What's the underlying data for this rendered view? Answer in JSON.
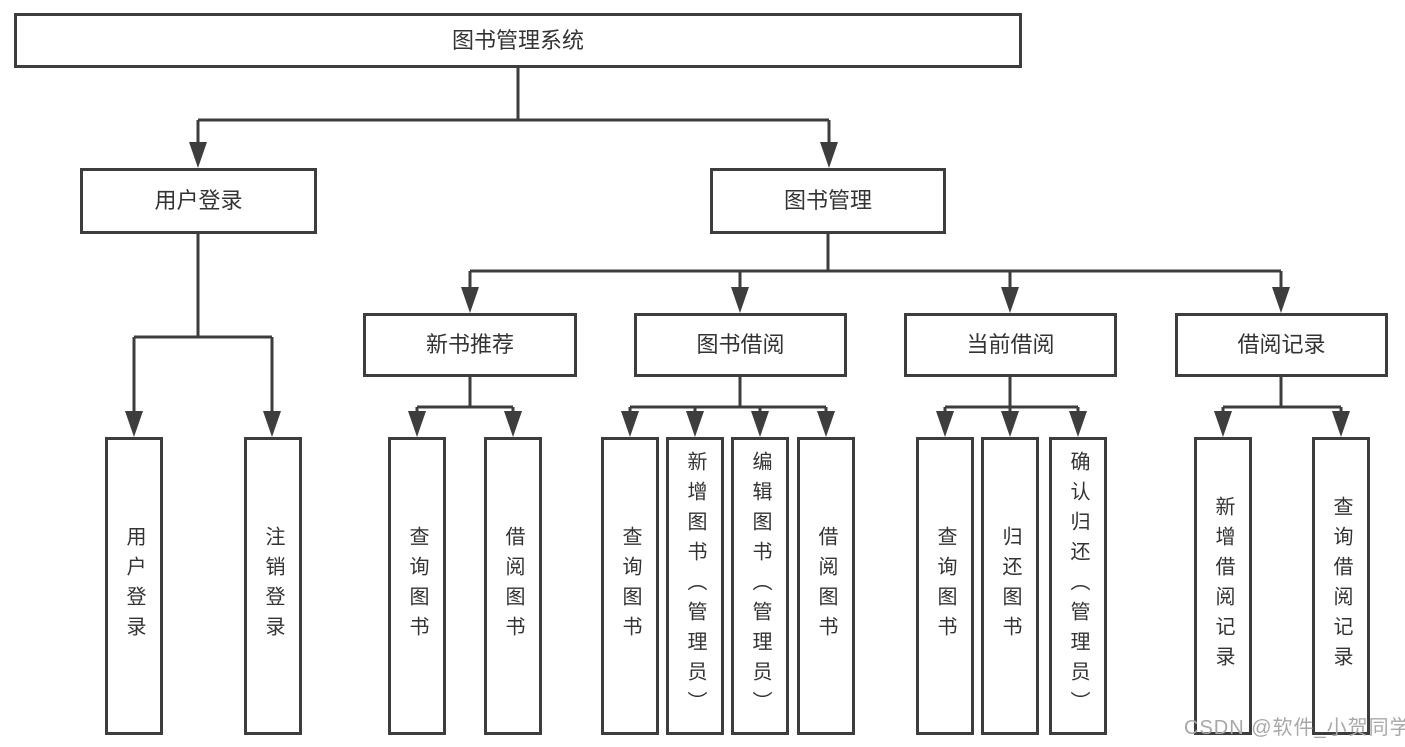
{
  "tree": {
    "root": {
      "label": "图书管理系统",
      "children": [
        {
          "label": "用户登录",
          "children": [
            {
              "label": "用户登录"
            },
            {
              "label": "注销登录"
            }
          ]
        },
        {
          "label": "图书管理",
          "children": [
            {
              "label": "新书推荐",
              "children": [
                {
                  "label": "查询图书"
                },
                {
                  "label": "借阅图书"
                }
              ]
            },
            {
              "label": "图书借阅",
              "children": [
                {
                  "label": "查询图书"
                },
                {
                  "label": "新增图书（管理员）"
                },
                {
                  "label": "编辑图书（管理员）"
                },
                {
                  "label": "借阅图书"
                }
              ]
            },
            {
              "label": "当前借阅",
              "children": [
                {
                  "label": "查询图书"
                },
                {
                  "label": "归还图书"
                },
                {
                  "label": "确认归还（管理员）"
                }
              ]
            },
            {
              "label": "借阅记录",
              "children": [
                {
                  "label": "新增借阅记录"
                },
                {
                  "label": "查询借阅记录"
                }
              ]
            }
          ]
        }
      ]
    }
  },
  "watermark": {
    "text": "CSDN @软件_小贺同学"
  },
  "colors": {
    "line": "#3d3d3d",
    "text": "#333333",
    "watermark": "#a8a8a8",
    "background": "#ffffff"
  }
}
